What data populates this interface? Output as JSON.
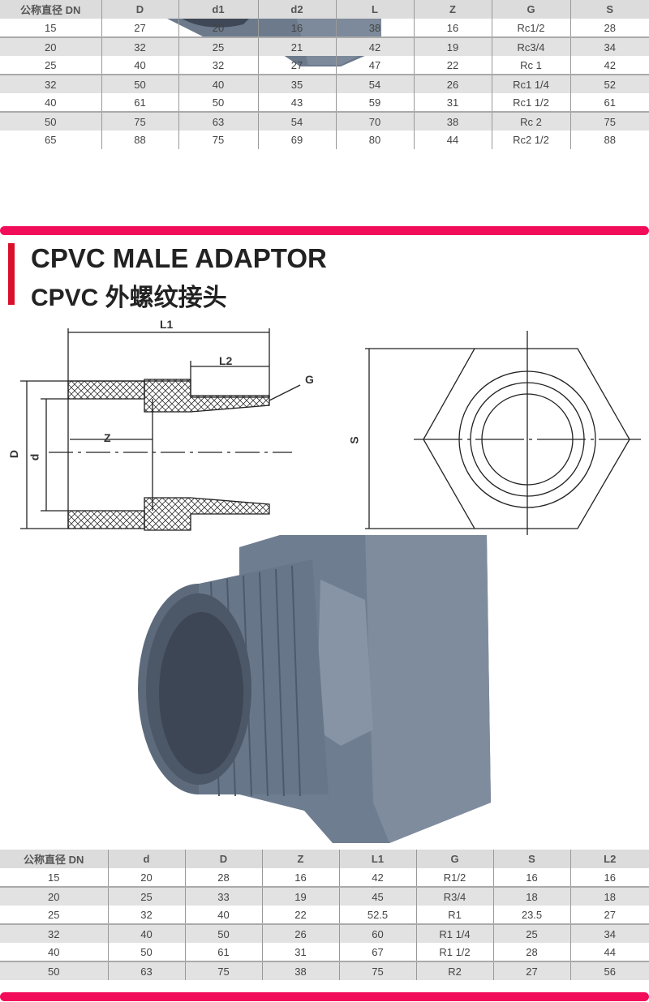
{
  "table1": {
    "headers": [
      "公称直径 DN",
      "D",
      "d1",
      "d2",
      "L",
      "Z",
      "G",
      "S"
    ],
    "rows": [
      [
        "15",
        "27",
        "20",
        "16",
        "38",
        "16",
        "Rc1/2",
        "28"
      ],
      [
        "20",
        "32",
        "25",
        "21",
        "42",
        "19",
        "Rc3/4",
        "34"
      ],
      [
        "25",
        "40",
        "32",
        "27",
        "47",
        "22",
        "Rc 1",
        "42"
      ],
      [
        "32",
        "50",
        "40",
        "35",
        "54",
        "26",
        "Rc1 1/4",
        "52"
      ],
      [
        "40",
        "61",
        "50",
        "43",
        "59",
        "31",
        "Rc1 1/2",
        "61"
      ],
      [
        "50",
        "75",
        "63",
        "54",
        "70",
        "38",
        "Rc 2",
        "75"
      ],
      [
        "65",
        "88",
        "75",
        "69",
        "80",
        "44",
        "Rc2 1/2",
        "88"
      ]
    ]
  },
  "section": {
    "title_en": "CPVC MALE ADAPTOR",
    "title_cn": "CPVC 外螺纹接头",
    "accent": "#d8102a"
  },
  "diagram": {
    "labels": {
      "L1": "L1",
      "L2": "L2",
      "G": "G",
      "Z": "Z",
      "D": "D",
      "d": "d",
      "S": "S"
    }
  },
  "table2": {
    "headers": [
      "公称直径 DN",
      "d",
      "D",
      "Z",
      "L1",
      "G",
      "S",
      "L2"
    ],
    "rows": [
      [
        "15",
        "20",
        "28",
        "16",
        "42",
        "R1/2",
        "16",
        "16"
      ],
      [
        "20",
        "25",
        "33",
        "19",
        "45",
        "R3/4",
        "18",
        "18"
      ],
      [
        "25",
        "32",
        "40",
        "22",
        "52.5",
        "R1",
        "23.5",
        "27"
      ],
      [
        "32",
        "40",
        "50",
        "26",
        "60",
        "R1 1/4",
        "25",
        "34"
      ],
      [
        "40",
        "50",
        "61",
        "31",
        "67",
        "R1 1/2",
        "28",
        "44"
      ],
      [
        "50",
        "63",
        "75",
        "38",
        "75",
        "R2",
        "27",
        "56"
      ]
    ]
  }
}
